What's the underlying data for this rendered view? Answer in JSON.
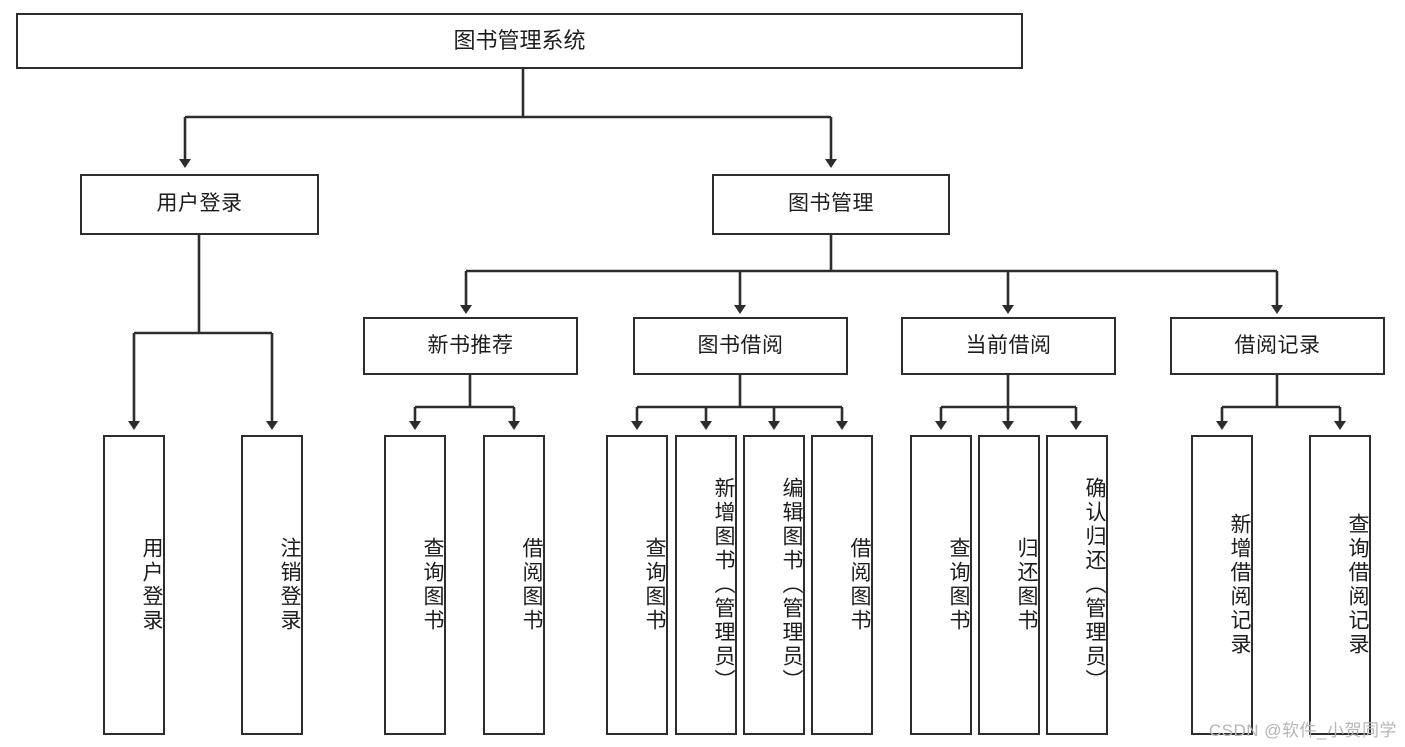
{
  "diagram": {
    "type": "tree",
    "title": "图书管理系统",
    "root": {
      "label": "图书管理系统"
    },
    "level2": [
      {
        "label": "用户登录"
      },
      {
        "label": "图书管理"
      }
    ],
    "level3": [
      {
        "label": "新书推荐"
      },
      {
        "label": "图书借阅"
      },
      {
        "label": "当前借阅"
      },
      {
        "label": "借阅记录"
      }
    ],
    "leaves": {
      "user_login": [
        {
          "label": "用户登录"
        },
        {
          "label": "注销登录"
        }
      ],
      "new_book_recommend": [
        {
          "label": "查询图书"
        },
        {
          "label": "借阅图书"
        }
      ],
      "book_borrow": [
        {
          "label": "查询图书"
        },
        {
          "label": "新增图书（管理员）"
        },
        {
          "label": "编辑图书（管理员）"
        },
        {
          "label": "借阅图书"
        }
      ],
      "current_borrow": [
        {
          "label": "查询图书"
        },
        {
          "label": "归还图书"
        },
        {
          "label": "确认归还（管理员）"
        }
      ],
      "borrow_record": [
        {
          "label": "新增借阅记录"
        },
        {
          "label": "查询借阅记录"
        }
      ]
    }
  },
  "watermark": {
    "text": "CSDN @软件_小贺同学"
  },
  "colors": {
    "border": "#2d2d2d",
    "text": "#1d1d1d",
    "background": "#ffffff",
    "watermark": "#b6b6b6"
  }
}
